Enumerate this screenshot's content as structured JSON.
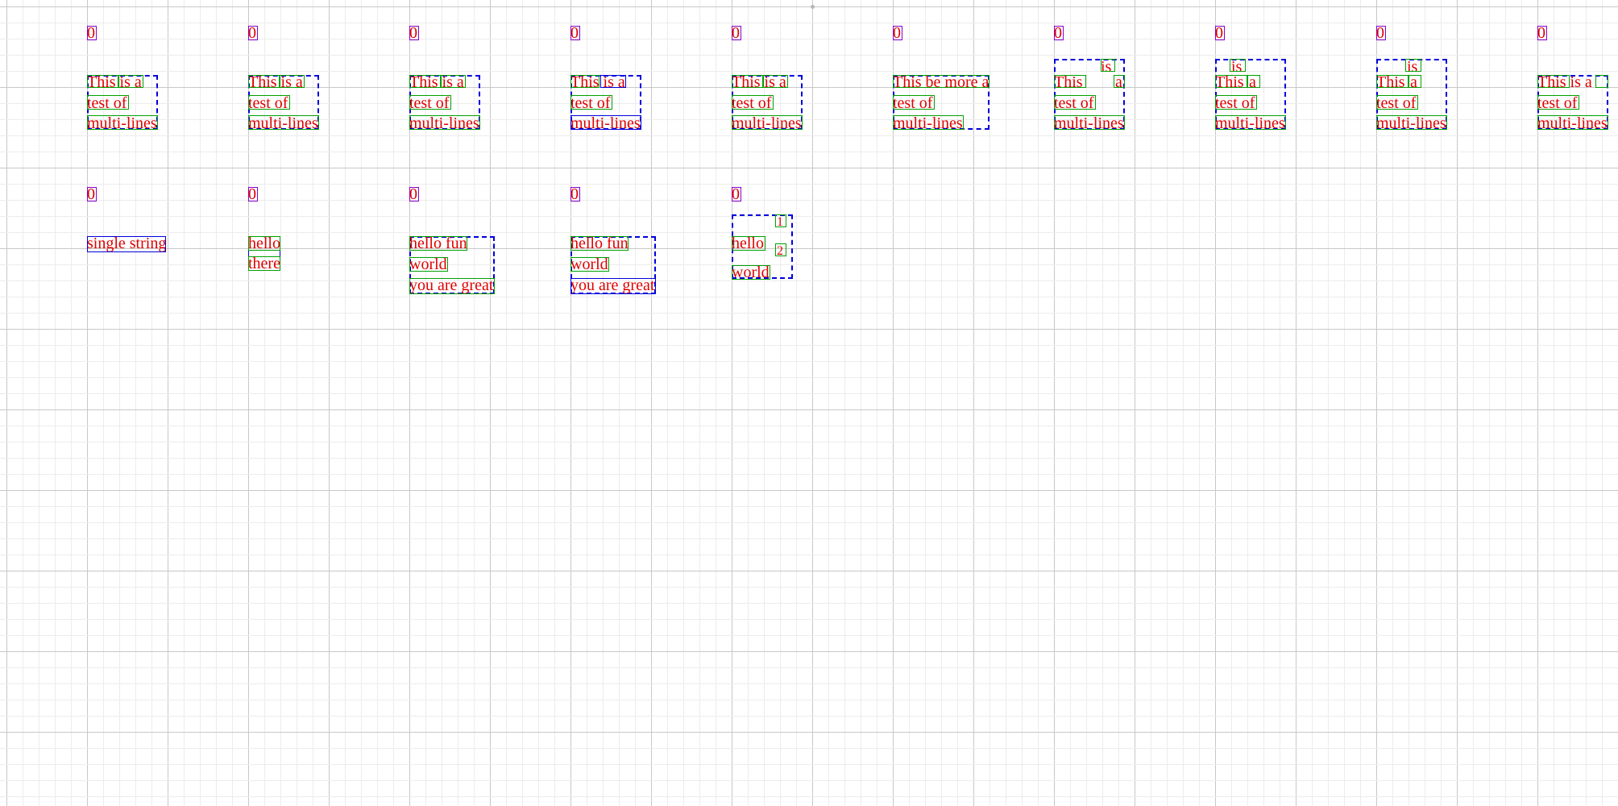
{
  "canvas": {
    "background": "#ffffff",
    "grid_minor": "#ececec",
    "grid_major": "#c8c8c8"
  },
  "colors": {
    "text": "#e00000",
    "glyph_box": "#00a000",
    "layout_box": "#0000dd",
    "index_box": "#8800cc"
  },
  "row1_index_label": "0",
  "row2_index_label": "0",
  "samples": {
    "s1": {
      "index": "0",
      "line1": "This is a",
      "line2": "test of",
      "line3": "multi-lines"
    },
    "s2": {
      "index": "0",
      "line1": "This is a",
      "line2": "test of",
      "line3": "multi-lines"
    },
    "s3": {
      "index": "0",
      "line1": "This is a",
      "line2": "test of",
      "line3": "multi-lines"
    },
    "s4": {
      "index": "0",
      "line1": "This is a",
      "line2": "test of",
      "line3": "multi-lines"
    },
    "s5": {
      "index": "0",
      "line1": "This is a",
      "line2": "test of",
      "line3": "multi-lines"
    },
    "s6": {
      "index": "0",
      "line1": "This be more a",
      "line2": "test of",
      "line3": "multi-lines"
    },
    "s7": {
      "index": "0",
      "sup": "is",
      "line1a": "This",
      "line1b": "a",
      "line2": "test of",
      "line3": "multi-lines"
    },
    "s8": {
      "index": "0",
      "sup": "is",
      "line1a": "This",
      "line1b": "a",
      "line2": "test of",
      "line3": "multi-lines"
    },
    "s9": {
      "index": "0",
      "sup": "is",
      "line1a": "This",
      "line1b": "a",
      "line2": "test of",
      "line3": "multi-lines"
    },
    "s10": {
      "index": "0",
      "line1": "This is a",
      "line2": "test of",
      "line3": "multi-lines"
    },
    "s11": {
      "index": "0",
      "line1": "single string"
    },
    "s12": {
      "index": "0",
      "line1": "hello",
      "line2": "there"
    },
    "s13": {
      "index": "0",
      "line1": "hello fun",
      "line2": "world",
      "line3": "you are great"
    },
    "s14": {
      "index": "0",
      "line1": "hello fun",
      "line2": "world",
      "line3": "you are great"
    },
    "s15": {
      "index": "0",
      "sup": "1",
      "line1": "hello",
      "sub": "2",
      "line2": "world"
    }
  }
}
